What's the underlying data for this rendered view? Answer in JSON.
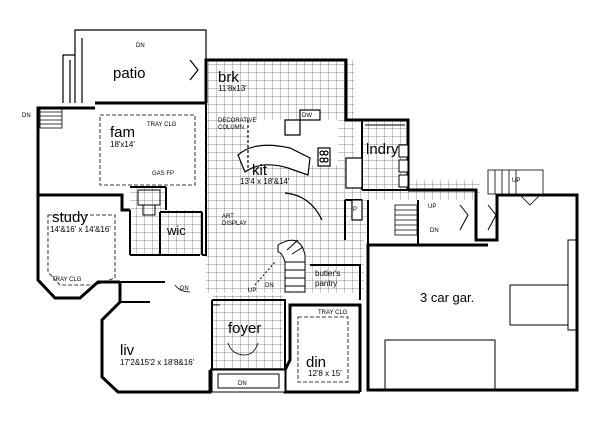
{
  "rooms": {
    "patio": {
      "label": "patio"
    },
    "brk": {
      "label": "brk",
      "dims": "11'8x13'"
    },
    "fam": {
      "label": "fam",
      "dims": "18'x14'"
    },
    "lndry": {
      "label": "lndry"
    },
    "kit": {
      "label": "kit",
      "dims": "13'4 x 18'&14'"
    },
    "study": {
      "label": "study",
      "dims": "14'&16' x 14'&16'"
    },
    "wic": {
      "label": "wic"
    },
    "butlers_pantry": {
      "label_line1": "butler's",
      "label_line2": "pantry"
    },
    "garage": {
      "label": "3 car gar."
    },
    "foyer": {
      "label": "foyer"
    },
    "liv": {
      "label": "liv",
      "dims": "17'2&15'2 x 18'8&16'"
    },
    "din": {
      "label": "din",
      "dims": "12'8 x 15'"
    }
  },
  "annotations": {
    "dn_top": "DN",
    "dn_left": "DN",
    "dn_bottom": "DN",
    "dn_foyer": "DN",
    "dn_stair": "DN",
    "dn_laundry": "DN",
    "up_garage": "UP",
    "up_stair": "UP",
    "up_laundry": "UP",
    "tray_clg_fam": "TRAY CLG",
    "tray_clg_study": "TRAY CLG",
    "tray_clg_din": "TRAY CLG",
    "decorative_column_1": "DECORATIVE",
    "decorative_column_2": "COLUMN",
    "gas_fp": "GAS FP",
    "art_display_1": "ART",
    "art_display_2": "DISPLAY",
    "dw": "DW",
    "p": "P"
  },
  "colors": {
    "line": "#000000",
    "background": "#ffffff"
  }
}
